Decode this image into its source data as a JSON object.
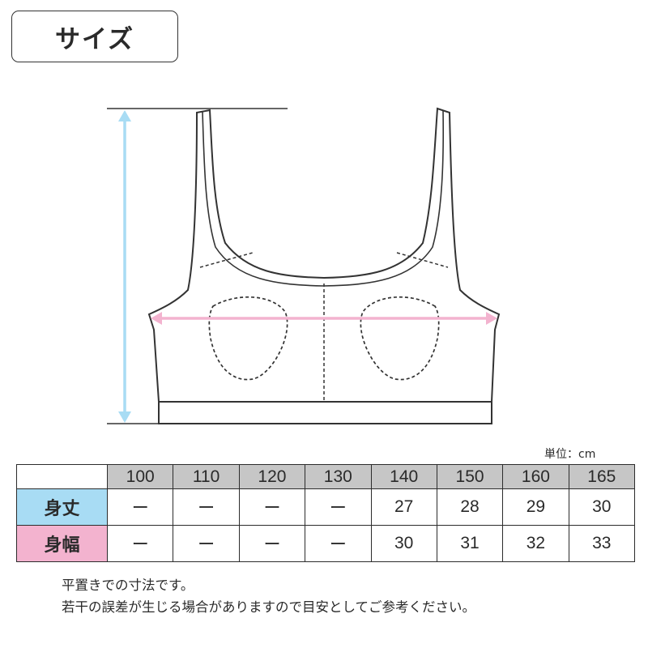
{
  "title": "サイズ",
  "unit_label": "単位：cm",
  "table": {
    "sizes": [
      "100",
      "110",
      "120",
      "130",
      "140",
      "150",
      "160",
      "165"
    ],
    "rows": [
      {
        "label": "身丈",
        "color": "#a8dcf4",
        "values": [
          "ー",
          "ー",
          "ー",
          "ー",
          "27",
          "28",
          "29",
          "30"
        ]
      },
      {
        "label": "身幅",
        "color": "#f3b3cf",
        "values": [
          "ー",
          "ー",
          "ー",
          "ー",
          "30",
          "31",
          "32",
          "33"
        ]
      }
    ]
  },
  "notes": [
    "平置きでの寸法です。",
    "若干の誤差が生じる場合がありますので目安としてご参考ください。"
  ],
  "colors": {
    "length_arrow": "#a8dcf4",
    "width_arrow": "#f3b3cf",
    "header_fill": "#c6c6c6"
  }
}
